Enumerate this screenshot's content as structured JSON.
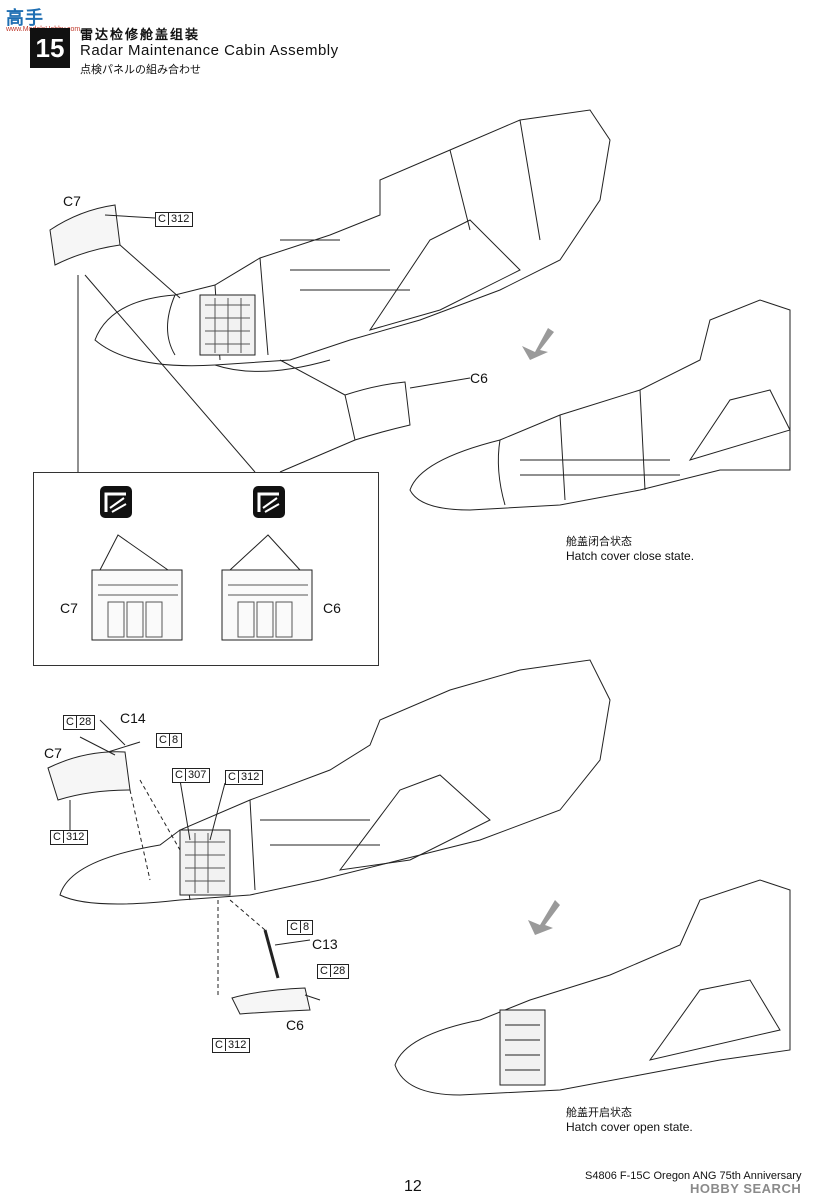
{
  "header": {
    "logo_text": "高手",
    "logo_sub": "www.ModelsHobby.com",
    "step_number": "15",
    "title_cn": "雷达检修舱盖组装",
    "title_en": "Radar Maintenance Cabin Assembly",
    "title_jp": "点検パネルの組み合わせ"
  },
  "upper": {
    "label_c7": "C7",
    "label_c6": "C6",
    "code_c312": {
      "prefix": "C",
      "number": "312"
    },
    "state_cn": "舱盖闭合状态",
    "state_en": "Hatch cover close state."
  },
  "inset": {
    "label_c7": "C7",
    "label_c6": "C6",
    "icon": "warning-cut-icon"
  },
  "lower": {
    "label_c14": "C14",
    "label_c7": "C7",
    "label_c13": "C13",
    "label_c6": "C6",
    "code_c28_a": {
      "prefix": "C",
      "number": "28"
    },
    "code_c8_a": {
      "prefix": "C",
      "number": "8"
    },
    "code_c307": {
      "prefix": "C",
      "number": "307"
    },
    "code_c312_a": {
      "prefix": "C",
      "number": "312"
    },
    "code_c312_b": {
      "prefix": "C",
      "number": "312"
    },
    "code_c8_b": {
      "prefix": "C",
      "number": "8"
    },
    "code_c28_b": {
      "prefix": "C",
      "number": "28"
    },
    "code_c312_c": {
      "prefix": "C",
      "number": "312"
    },
    "state_cn": "舱盖开启状态",
    "state_en": "Hatch cover open state."
  },
  "footer": {
    "page_number": "12",
    "product": "S4806 F-15C Oregon ANG 75th Anniversary",
    "watermark": "HOBBY SEARCH"
  },
  "colors": {
    "ink": "#111111",
    "logo": "#1f6fb3",
    "arrow": "#9a9a9a"
  }
}
